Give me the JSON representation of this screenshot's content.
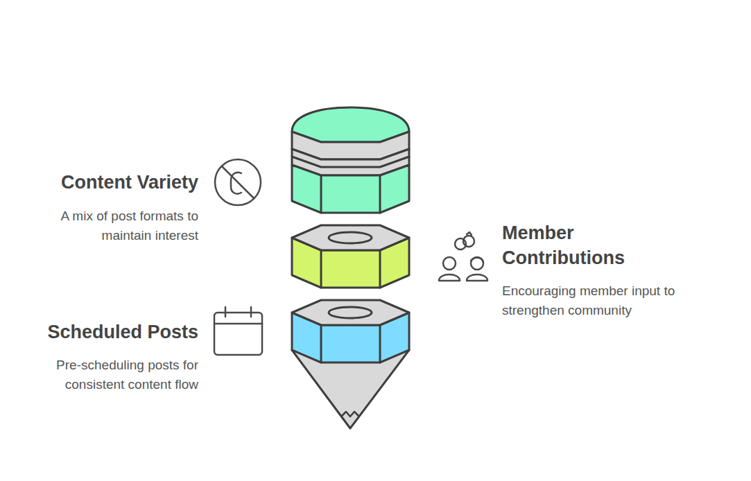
{
  "diagram": {
    "labels": [
      "Content Variety",
      "A mix of post formats to maintain interest",
      "Member Contributions",
      "Encouraging member input to strengthen community",
      "Scheduled Posts",
      "Pre-scheduling posts for consistent content flow"
    ]
  }
}
